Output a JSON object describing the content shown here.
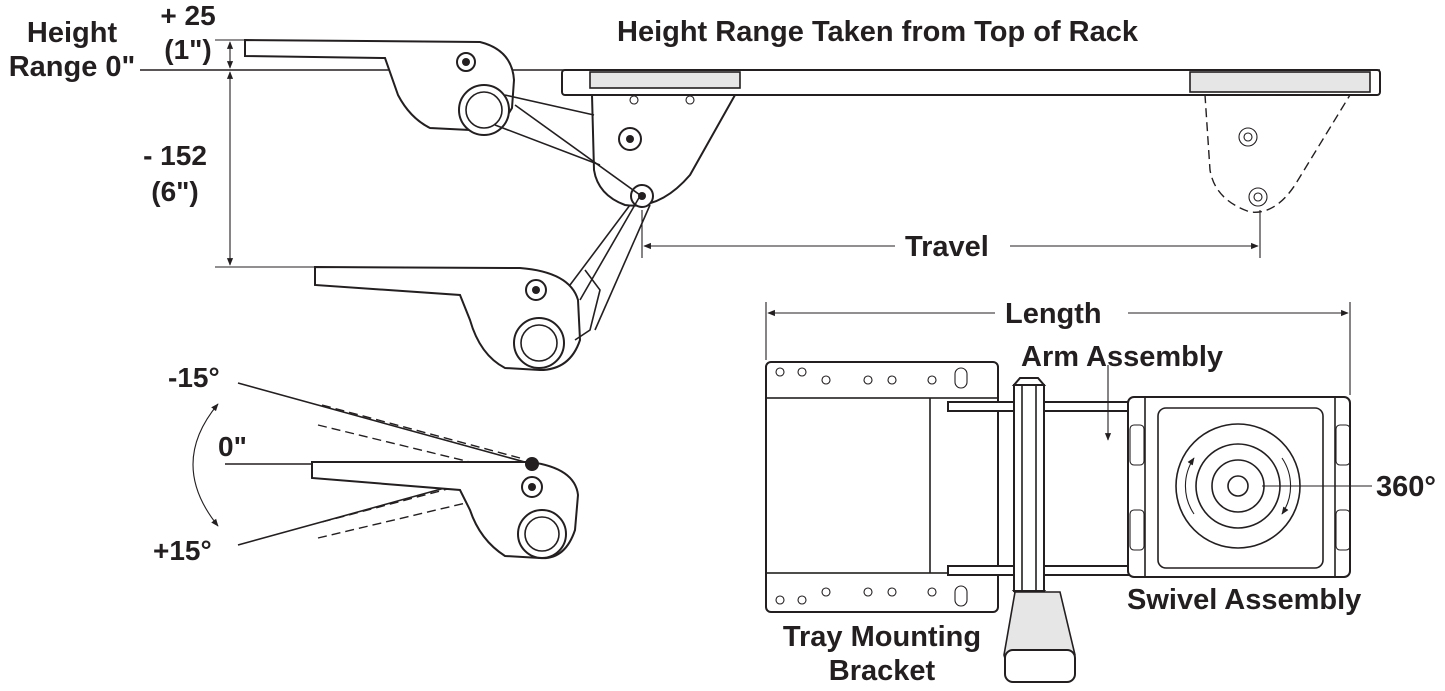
{
  "colors": {
    "ink": "#231f20",
    "background": "#ffffff",
    "shade": "#e6e6e6"
  },
  "labels": {
    "height_range_0": "Height\nRange 0\"",
    "plus_25": "+ 25",
    "plus_25_in": "(1\")",
    "minus_152": "- 152",
    "minus_152_in": "(6\")",
    "title": "Height Range Taken from Top of Rack",
    "travel": "Travel",
    "length": "Length",
    "arm_assembly": "Arm Assembly",
    "swivel_assembly": "Swivel Assembly",
    "tray_mounting_bracket": "Tray Mounting\nBracket",
    "deg_360": "360°",
    "minus_15": "-15°",
    "zero": "0\"",
    "plus_15": "+15°"
  },
  "dimensions": {
    "height_up": {
      "mm": 25,
      "inch": 1
    },
    "height_down": {
      "mm": -152,
      "inch": -6
    },
    "tilt_up_deg": -15,
    "tilt_down_deg": 15,
    "swivel_deg": 360
  }
}
